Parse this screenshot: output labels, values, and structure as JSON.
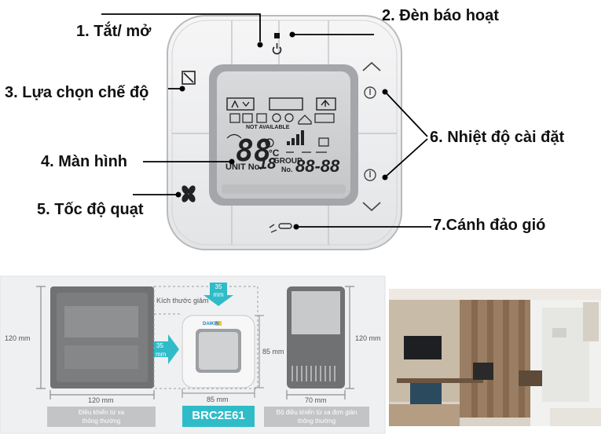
{
  "labels": {
    "l1": "1. Tắt/ mở",
    "l2": "2. Đèn báo hoạt",
    "l3": "3. Lựa chọn chế độ",
    "l4": "4. Màn hình",
    "l5": "5. Tốc độ quạt",
    "l6": "6. Nhiệt độ cài đặt",
    "l7": "7.Cánh đảo gió"
  },
  "lcd": {
    "not_available": "NOT AVAILABLE",
    "temp": "88",
    "unit_c": "°C",
    "unit_no": "UNIT No.",
    "unit_digits": "18",
    "group": "GROUP",
    "group_no": "No.",
    "group_digits": "88-88"
  },
  "compare": {
    "left_height": "120 mm",
    "left_width": "120 mm",
    "left_caption_1": "Điều khiển từ xa",
    "left_caption_2": "thông thường",
    "reduce_label": "Kích thước giảm",
    "reduce_top_1": "35",
    "reduce_top_2": "mm",
    "reduce_left_1": "35",
    "reduce_left_2": "mm",
    "mid_height": "85 mm",
    "mid_width": "85 mm",
    "model": "BRC2E61",
    "brand": "DAIKIN",
    "right_height": "120 mm",
    "right_width": "70 mm",
    "right_caption_1": "Bộ điều khiển từ xa đơn giản",
    "right_caption_2": "thông thường"
  },
  "colors": {
    "panel": "#ebecee",
    "lcd_frame": "#a4a6a9",
    "lcd": "#cfd1d3",
    "accent": "#2fbcc8"
  }
}
